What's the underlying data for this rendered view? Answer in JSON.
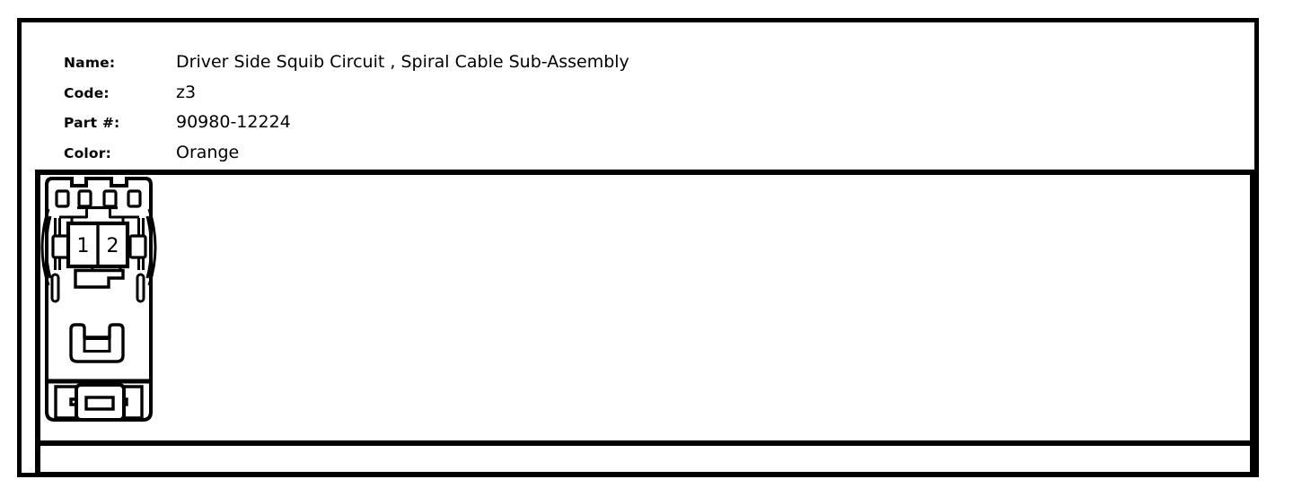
{
  "page": {
    "background_color": "#ffffff",
    "line_color": "#000000"
  },
  "header": {
    "fields": [
      {
        "label": "Name:",
        "value": "Driver Side Squib Circuit , Spiral Cable Sub-Assembly"
      },
      {
        "label": "Code:",
        "value": "z3"
      },
      {
        "label": "Part #:",
        "value": "90980-12224"
      },
      {
        "label": "Color:",
        "value": "Orange"
      }
    ]
  },
  "connector": {
    "icon": "connector-pinout-diagram",
    "pins": [
      "1",
      "2"
    ]
  }
}
